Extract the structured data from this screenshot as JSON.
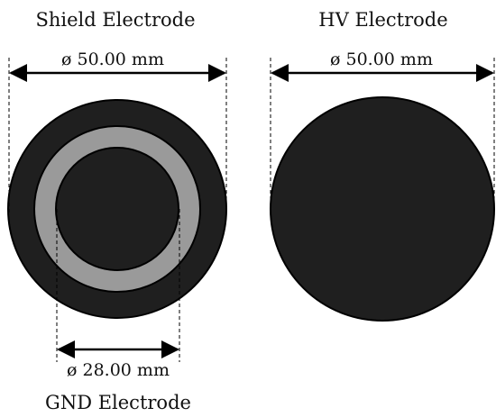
{
  "labels": {
    "shield_title": "Shield Electrode",
    "hv_title": "HV Electrode",
    "gnd_title": "GND Electrode",
    "shield_diameter": "ø 50.00 mm",
    "hv_diameter": "ø 50.00 mm",
    "gnd_diameter": "ø 28.00 mm"
  },
  "colors": {
    "electrode_fill": "#1f1f1f",
    "gap_ring_fill": "#9a9a9a",
    "outline": "#000000",
    "text": "#111111"
  }
}
